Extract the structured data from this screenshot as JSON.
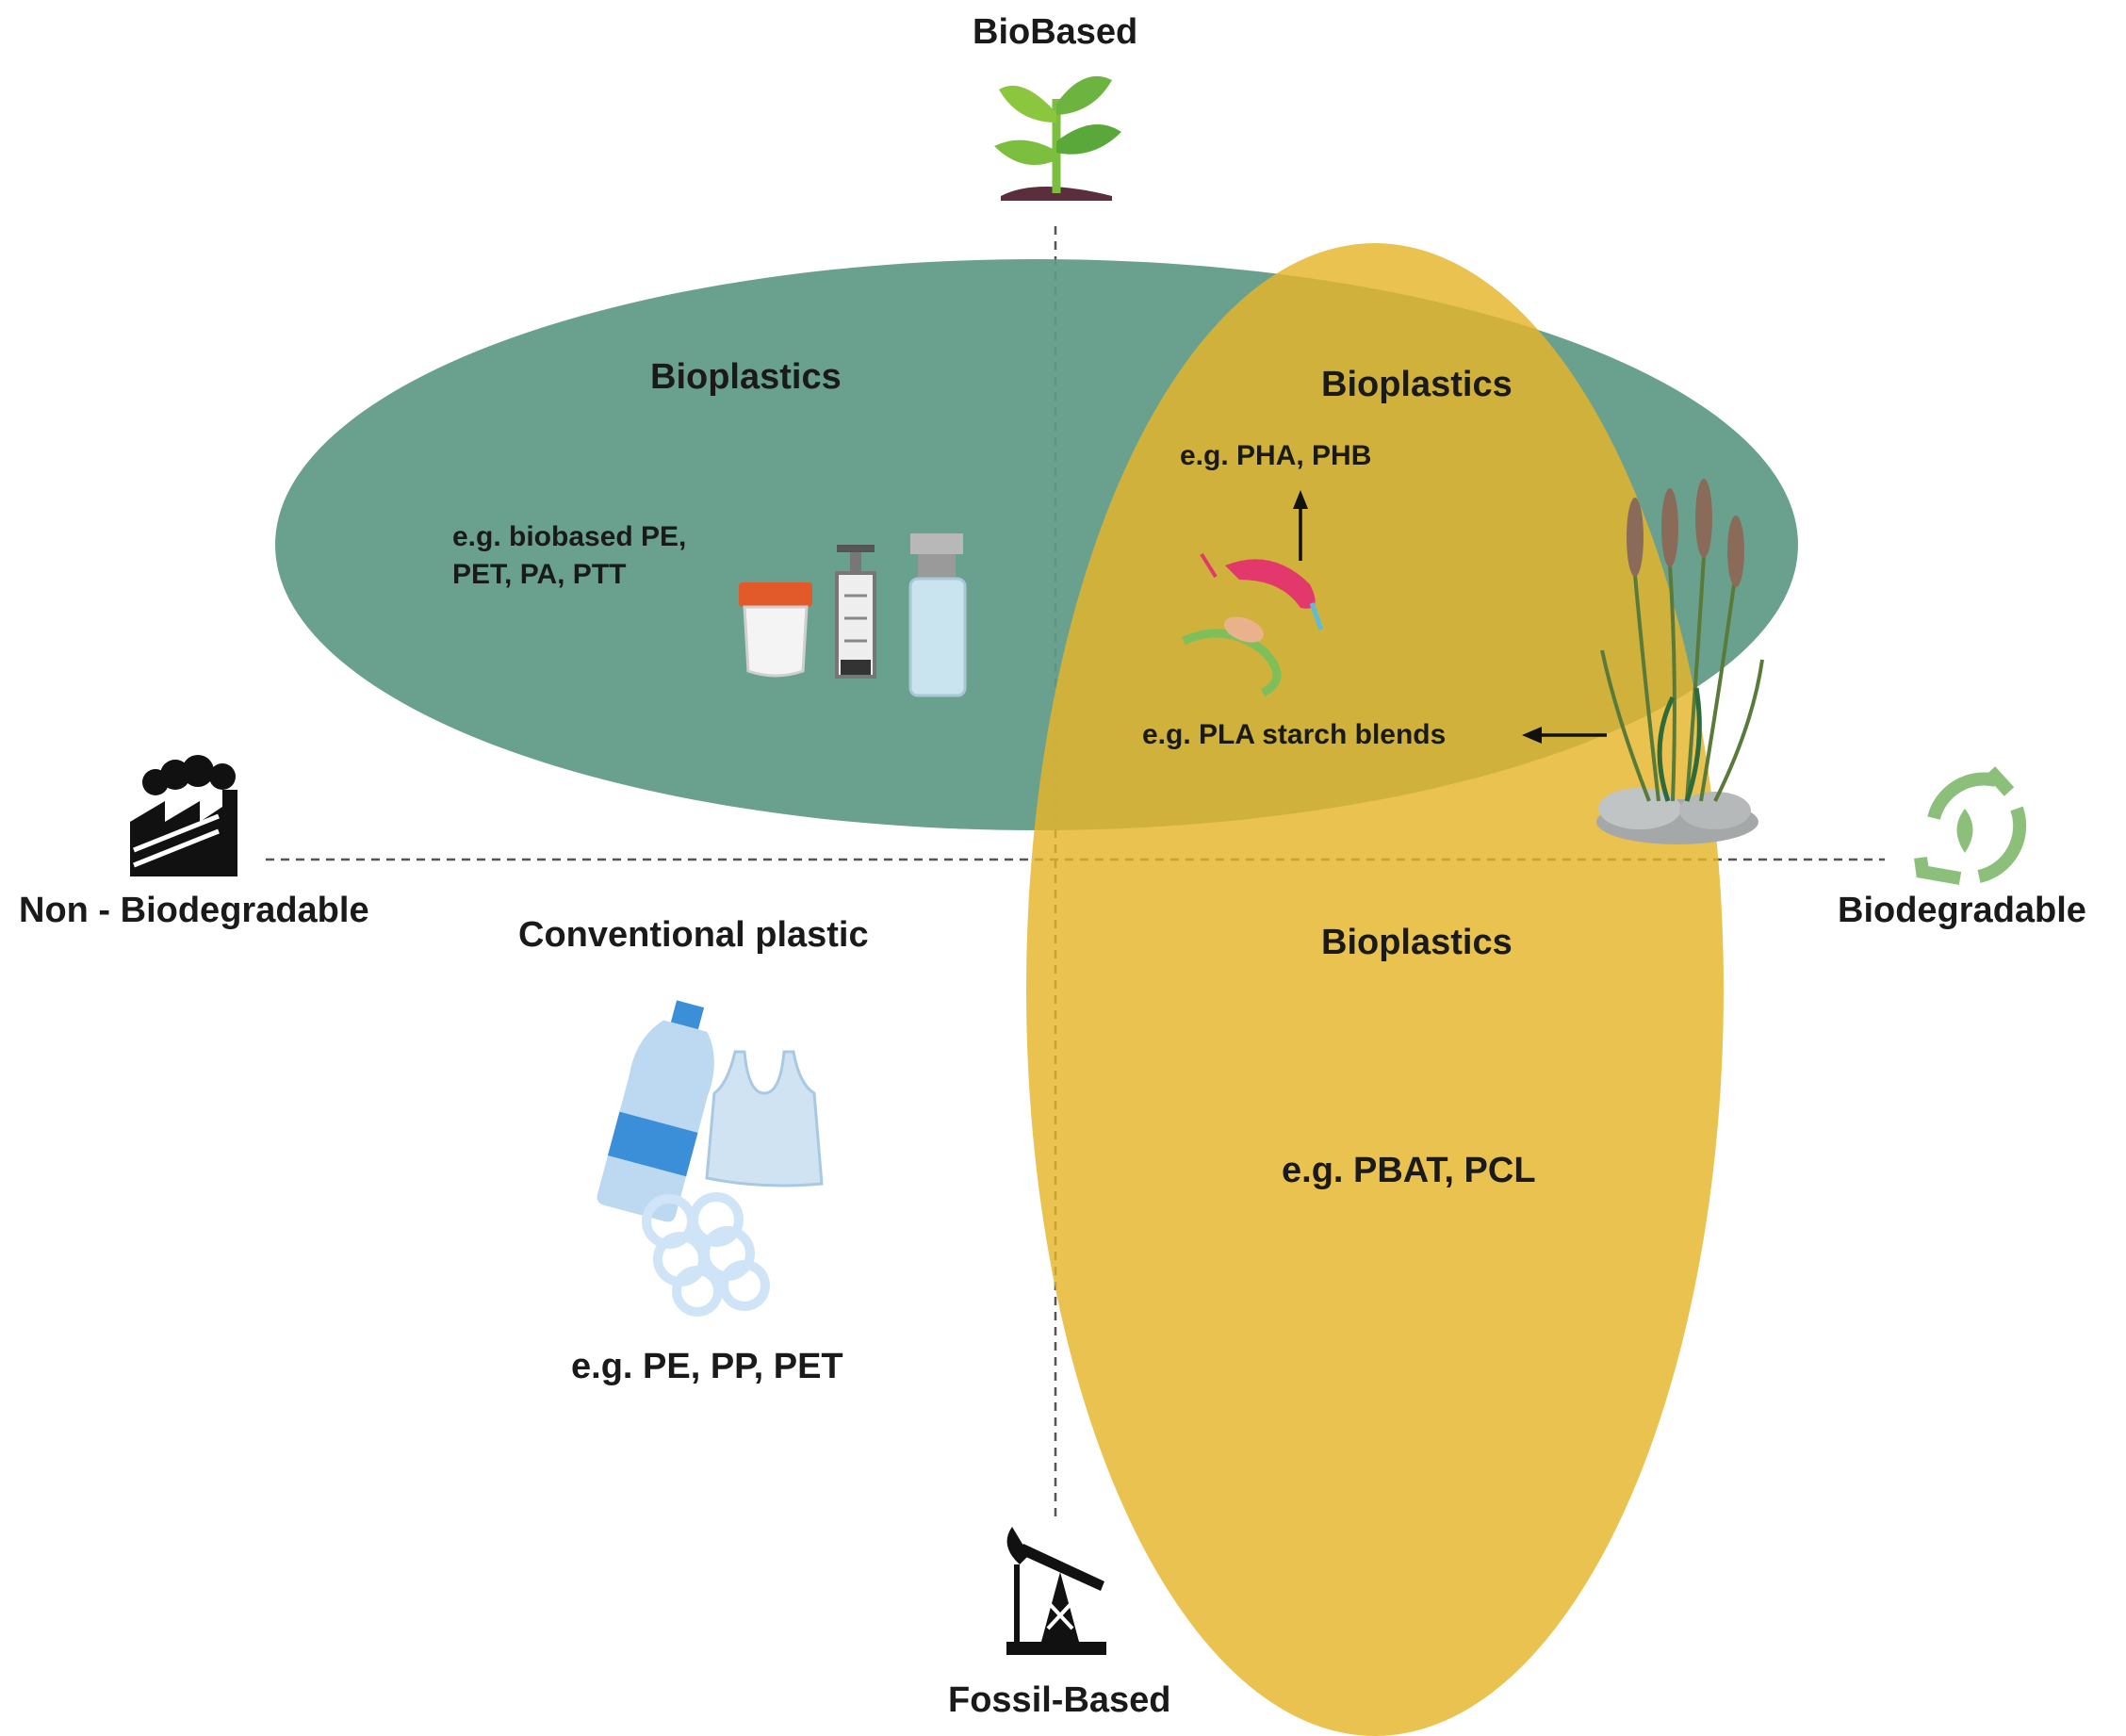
{
  "axes": {
    "top": "BioBased",
    "bottom": "Fossil-Based",
    "left": "Non - Biodegradable",
    "right": "Biodegradable"
  },
  "quadrants": {
    "biobased_nonbiodegradable": {
      "title": "Bioplastics",
      "example_line1": "e.g. biobased PE,",
      "example_line2": "PET, PA, PTT"
    },
    "biobased_biodegradable": {
      "title": "Bioplastics",
      "example_pha": "e.g. PHA, PHB",
      "example_pla": "e.g. PLA starch blends"
    },
    "fossil_biodegradable": {
      "title": "Bioplastics",
      "example": "e.g. PBAT, PCL"
    },
    "fossil_nonbiodegradable": {
      "title": "Conventional plastic",
      "example": "e.g. PE, PP, PET"
    }
  },
  "colors": {
    "green_ellipse": "#5f9a85",
    "yellow_ellipse": "#e5b52a",
    "dashed_axis": "#555555",
    "plant": "#7cbf3f",
    "soil": "#5a2e3a",
    "recycle": "#8cc07a",
    "text": "#1a1a1a"
  },
  "icons": [
    "plant-icon",
    "factory-icon",
    "recycle-leaf-icon",
    "oil-pump-icon",
    "specimen-cup-icon",
    "syringe-icon",
    "vial-icon",
    "bacteria-icon",
    "reed-plant-icon",
    "plastic-bottle-icon",
    "plastic-bag-icon",
    "six-pack-rings-icon"
  ]
}
